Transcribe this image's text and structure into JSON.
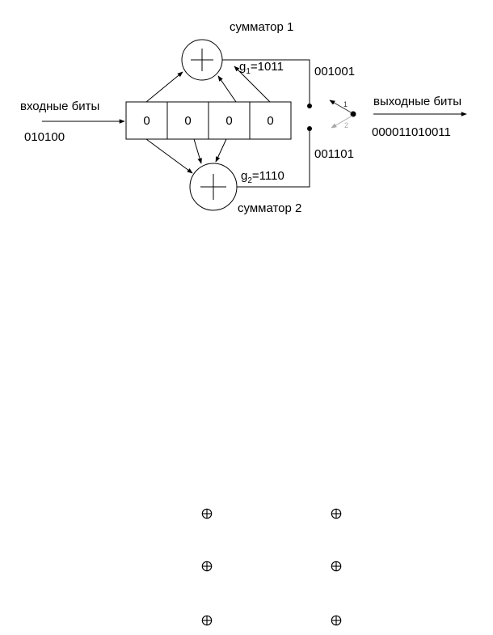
{
  "adder1": {
    "label": "сумматор 1",
    "poly": "g",
    "sub": "1",
    "poly_value": "=1011",
    "out_bits": "001001"
  },
  "adder2": {
    "label": "сумматор 2",
    "poly": "g",
    "sub": "2",
    "poly_value": "=1110",
    "out_bits": "001101"
  },
  "input": {
    "label": "входные биты",
    "bits": "010100"
  },
  "output": {
    "label": "выходные биты",
    "bits": "000011010011"
  },
  "register": {
    "cells": [
      "0",
      "0",
      "0",
      "0"
    ]
  },
  "switch": {
    "pos1": "1",
    "pos2": "2",
    "color_active": "#333333",
    "color_inactive": "#a8a8a8"
  },
  "xor_symbols": {
    "rows": 3,
    "cols": 2,
    "symbol": "⊕"
  }
}
